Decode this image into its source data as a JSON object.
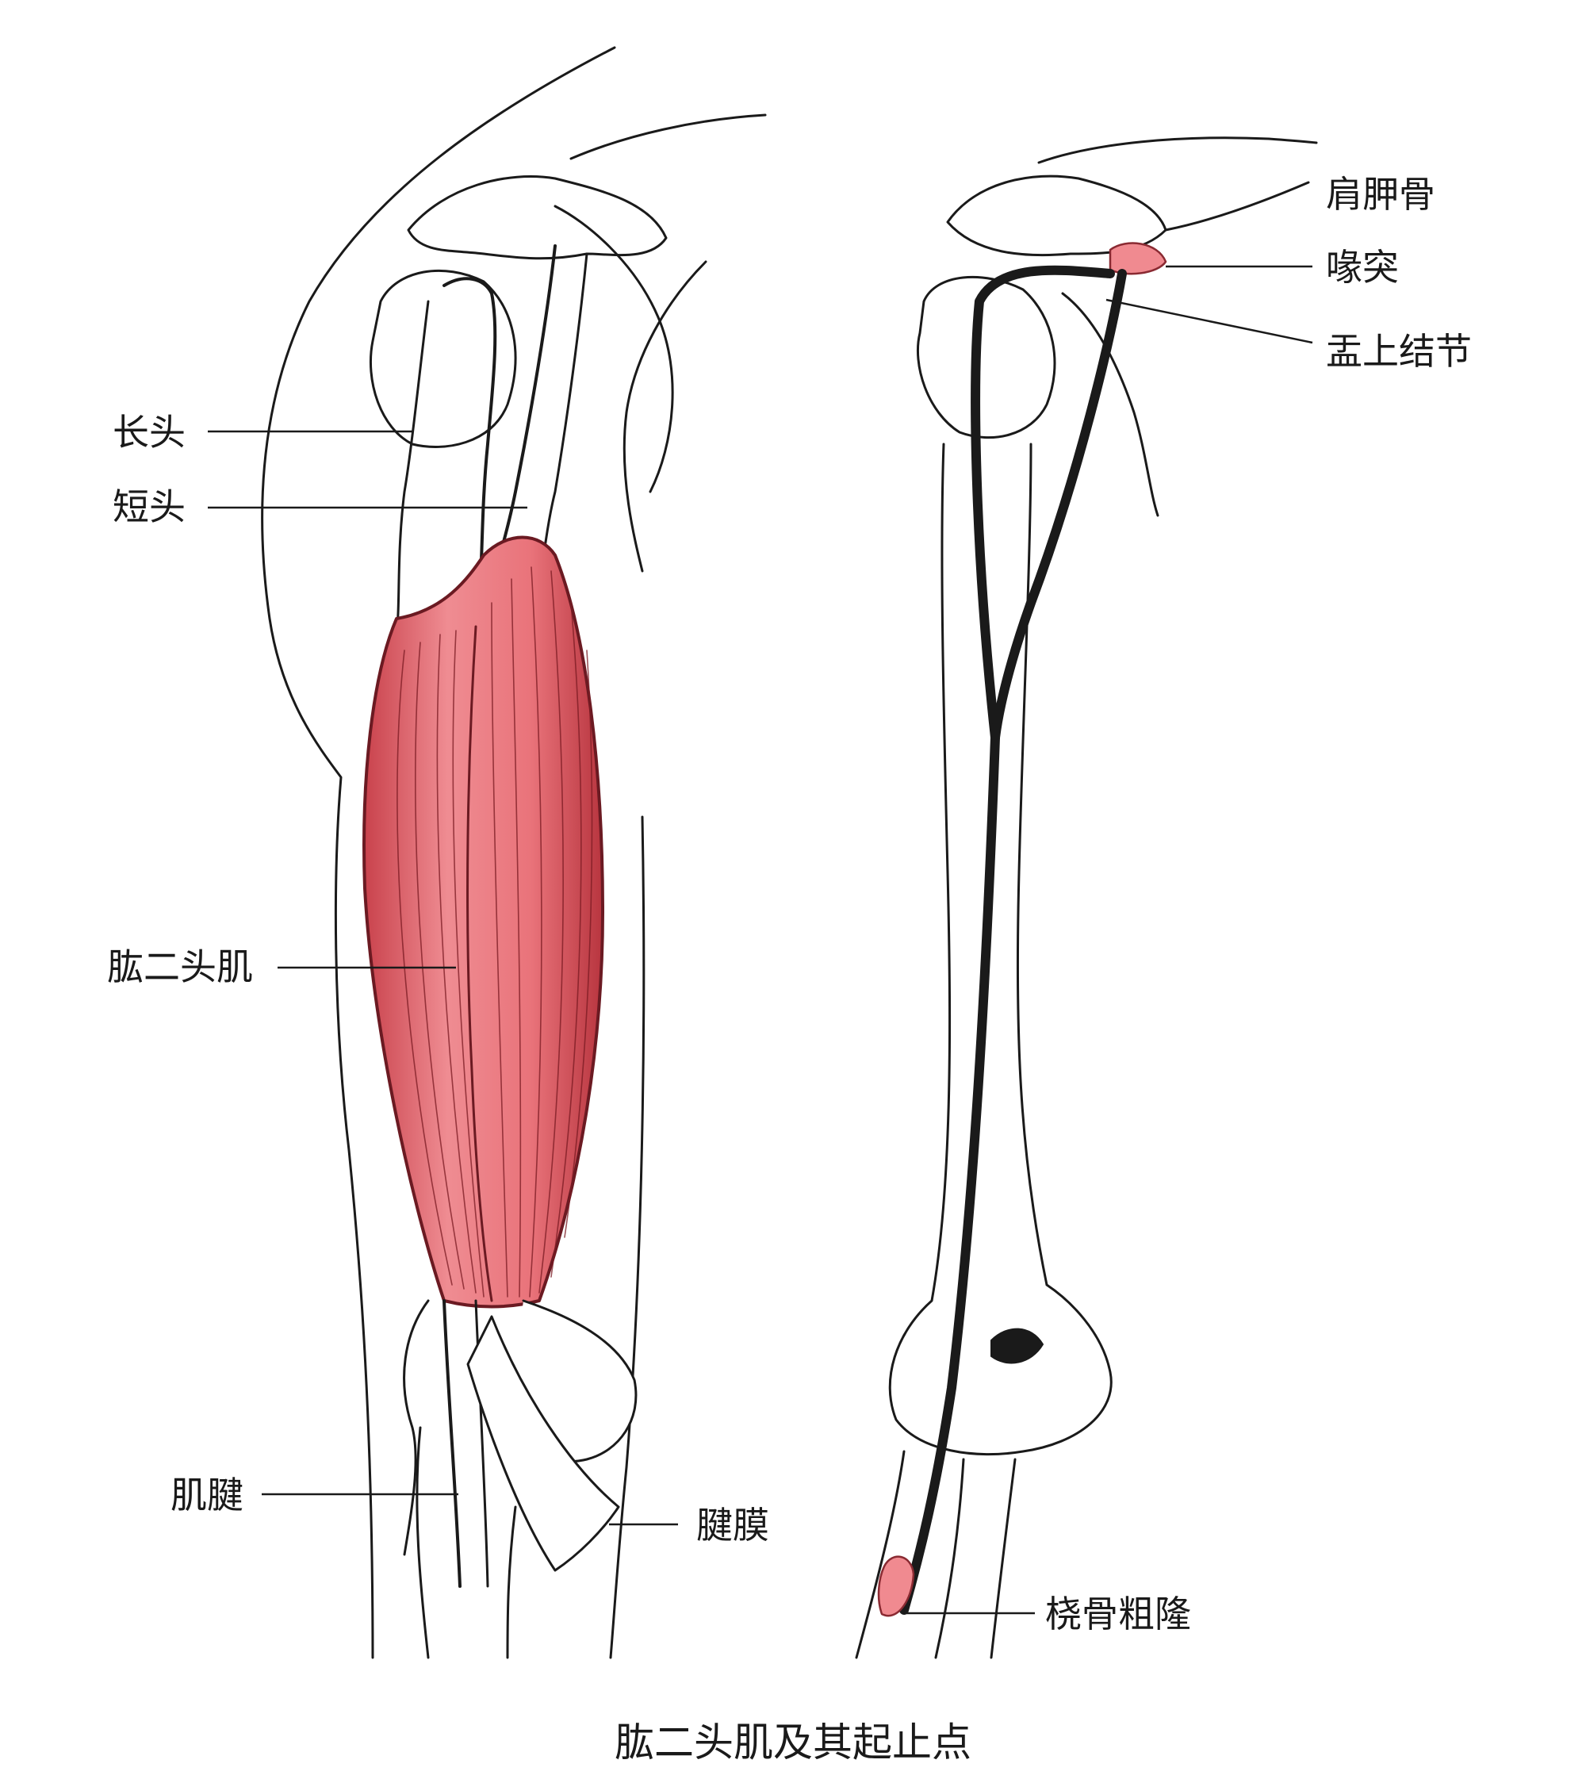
{
  "caption": "肱二头肌及其起止点",
  "labels": {
    "long_head": "长头",
    "short_head": "短头",
    "biceps": "肱二头肌",
    "tendon": "肌腱",
    "aponeurosis": "腱膜",
    "scapula": "肩胛骨",
    "coracoid": "喙突",
    "supraglenoid": "盂上结节",
    "radial_tuberosity": "桡骨粗隆"
  },
  "colors": {
    "muscle": "#e9737a",
    "muscle_dark": "#7a1a22",
    "insertion": "#f08a90",
    "line": "#1a1a1a"
  }
}
